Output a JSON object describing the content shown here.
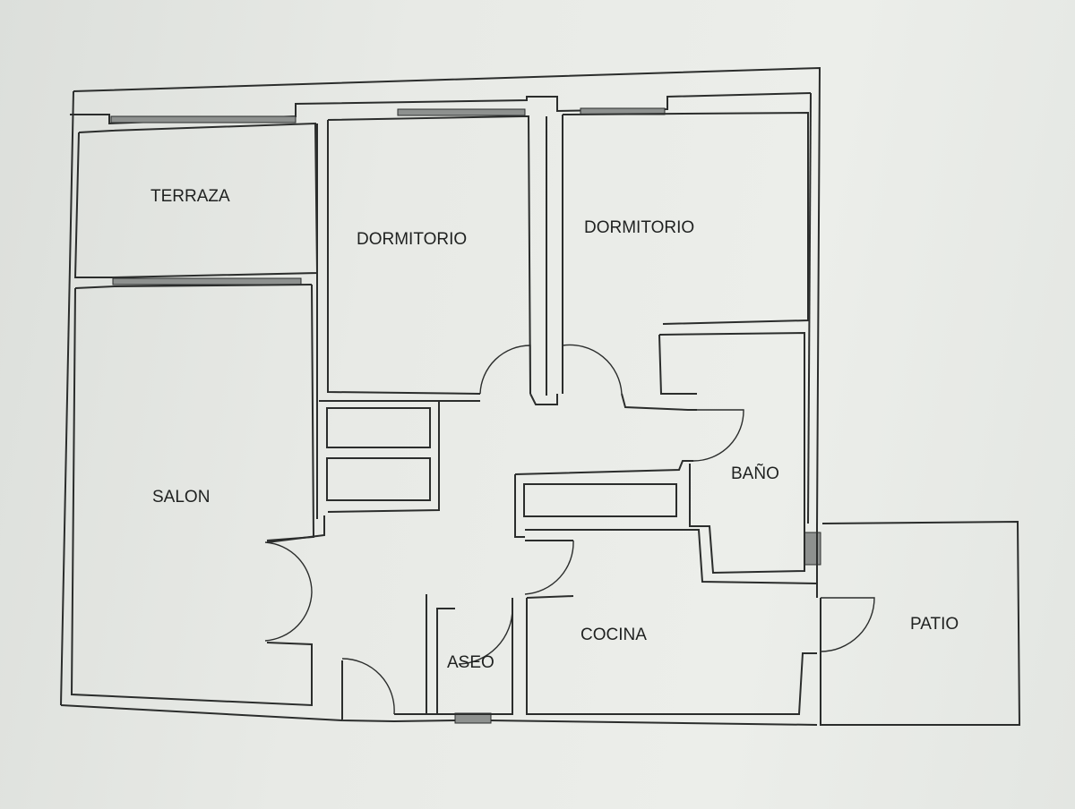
{
  "plan": {
    "rooms": {
      "terraza": "TERRAZA",
      "dormitorio_1": "DORMITORIO",
      "dormitorio_2": "DORMITORIO",
      "salon": "SALON",
      "bano": "BAÑO",
      "cocina": "COCINA",
      "aseo": "ASEO",
      "patio": "PATIO"
    }
  },
  "colors": {
    "paper": "#e9ebe8",
    "ink": "#2b2d2c"
  }
}
